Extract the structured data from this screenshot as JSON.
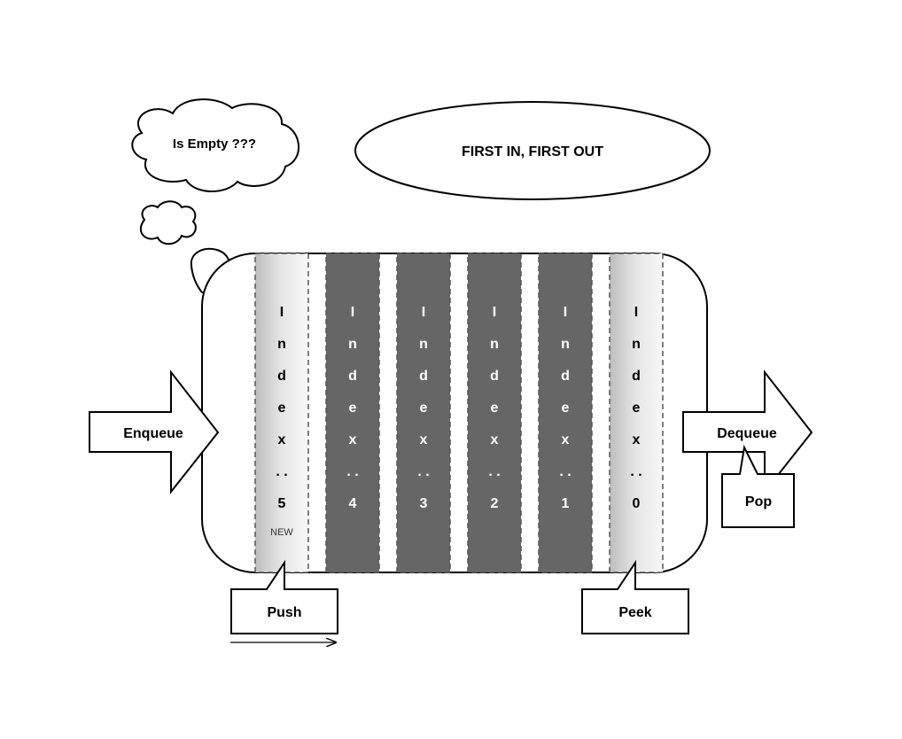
{
  "title_ellipse": {
    "text": "FIRST IN, FIRST OUT"
  },
  "thought": {
    "text": "Is Empty ???"
  },
  "enqueue": {
    "label": "Enqueue"
  },
  "dequeue": {
    "label": "Dequeue"
  },
  "callouts": {
    "push": "Push",
    "peek": "Peek",
    "pop": "Pop"
  },
  "queue": {
    "slots": [
      {
        "chars": [
          "I",
          "n",
          "d",
          "e",
          "x",
          ". .",
          "5"
        ],
        "note": "NEW",
        "style": "gradient"
      },
      {
        "chars": [
          "I",
          "n",
          "d",
          "e",
          "x",
          ". .",
          "4"
        ],
        "note": "",
        "style": "dark"
      },
      {
        "chars": [
          "I",
          "n",
          "d",
          "e",
          "x",
          ". .",
          "3"
        ],
        "note": "",
        "style": "dark"
      },
      {
        "chars": [
          "I",
          "n",
          "d",
          "e",
          "x",
          ". .",
          "2"
        ],
        "note": "",
        "style": "dark"
      },
      {
        "chars": [
          "I",
          "n",
          "d",
          "e",
          "x",
          ". .",
          "1"
        ],
        "note": "",
        "style": "dark"
      },
      {
        "chars": [
          "I",
          "n",
          "d",
          "e",
          "x",
          ". .",
          "0"
        ],
        "note": "",
        "style": "gradient"
      }
    ]
  },
  "colors": {
    "dark_slot": "#666666",
    "slot_text_dark": "#ffffff",
    "slot_text_light": "#000000",
    "stroke": "#000000"
  }
}
